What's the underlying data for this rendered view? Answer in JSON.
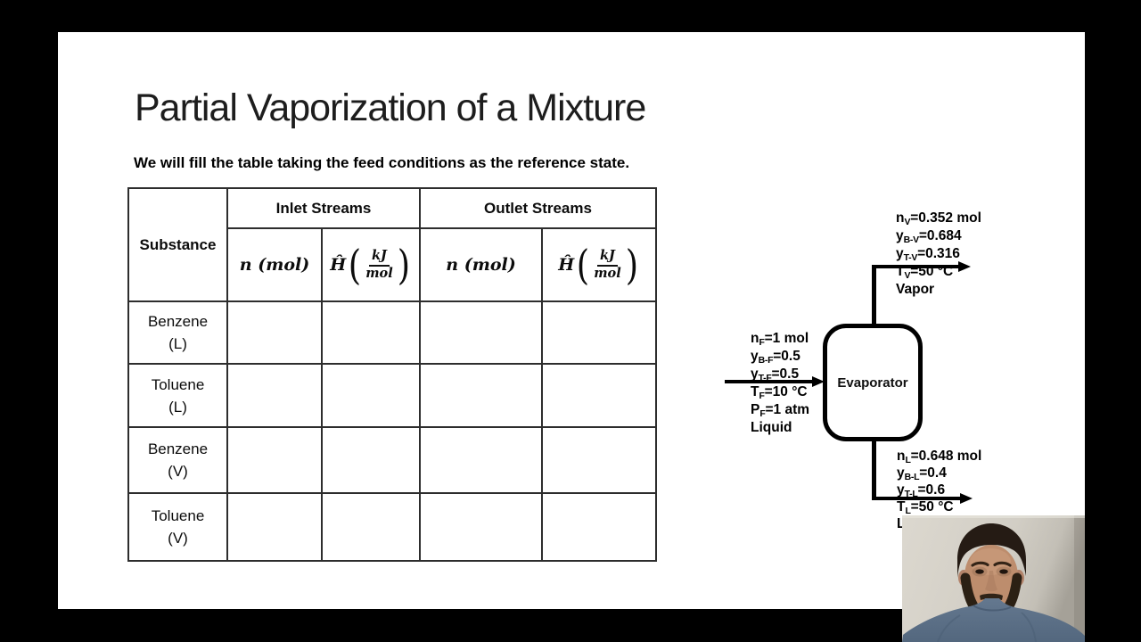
{
  "slide": {
    "title": "Partial Vaporization of a Mixture",
    "subtitle": "We will fill the table taking the feed conditions as the reference state."
  },
  "table": {
    "corner_header": "Substance",
    "group_headers": [
      "Inlet Streams",
      "Outlet Streams"
    ],
    "unit_headers": {
      "n_label": "n (mol)",
      "h_hat": "Ĥ",
      "paren_open": "(",
      "paren_close": ")",
      "frac_num": "kJ",
      "frac_den": "mol"
    },
    "rows": [
      {
        "substance": "Benzene",
        "phase": "(L)",
        "inlet_n": "",
        "inlet_h": "",
        "outlet_n": "",
        "outlet_h": ""
      },
      {
        "substance": "Toluene",
        "phase": "(L)",
        "inlet_n": "",
        "inlet_h": "",
        "outlet_n": "",
        "outlet_h": ""
      },
      {
        "substance": "Benzene",
        "phase": "(V)",
        "inlet_n": "",
        "inlet_h": "",
        "outlet_n": "",
        "outlet_h": ""
      },
      {
        "substance": "Toluene",
        "phase": "(V)",
        "inlet_n": "",
        "inlet_h": "",
        "outlet_n": "",
        "outlet_h": ""
      }
    ]
  },
  "diagram": {
    "unit_label": "Evaporator",
    "feed_stream": {
      "lines": [
        {
          "base": "n",
          "sub": "F",
          "rest": "=1 mol"
        },
        {
          "base": "y",
          "sub": "B-F",
          "rest": "=0.5"
        },
        {
          "base": "y",
          "sub": "T-F",
          "rest": "=0.5"
        },
        {
          "base": "T",
          "sub": "F",
          "rest": "=10 °C"
        },
        {
          "base": "P",
          "sub": "F",
          "rest": "=1 atm"
        },
        {
          "base": "Liquid",
          "sub": "",
          "rest": ""
        }
      ]
    },
    "vapor_stream": {
      "lines": [
        {
          "base": "n",
          "sub": "V",
          "rest": "=0.352 mol"
        },
        {
          "base": "y",
          "sub": "B-V",
          "rest": "=0.684"
        },
        {
          "base": "y",
          "sub": "T-V",
          "rest": "=0.316"
        },
        {
          "base": "T",
          "sub": "V",
          "rest": "=50 °C"
        },
        {
          "base": "Vapor",
          "sub": "",
          "rest": ""
        }
      ]
    },
    "liquid_stream": {
      "lines": [
        {
          "base": "n",
          "sub": "L",
          "rest": "=0.648 mol"
        },
        {
          "base": "y",
          "sub": "B-L",
          "rest": "=0.4"
        },
        {
          "base": "y",
          "sub": "T-L",
          "rest": "=0.6"
        },
        {
          "base": "T",
          "sub": "L",
          "rest": "=50 °C"
        },
        {
          "base": "Liquid",
          "sub": "",
          "rest": ""
        }
      ]
    }
  },
  "colors": {
    "letterbox": "#000000",
    "slide_background": "#ffffff",
    "table_border": "#2d2d2d",
    "diagram_ink": "#000000",
    "webcam_wall": "#d5d1c8",
    "webcam_shirt": "#5d7189"
  }
}
